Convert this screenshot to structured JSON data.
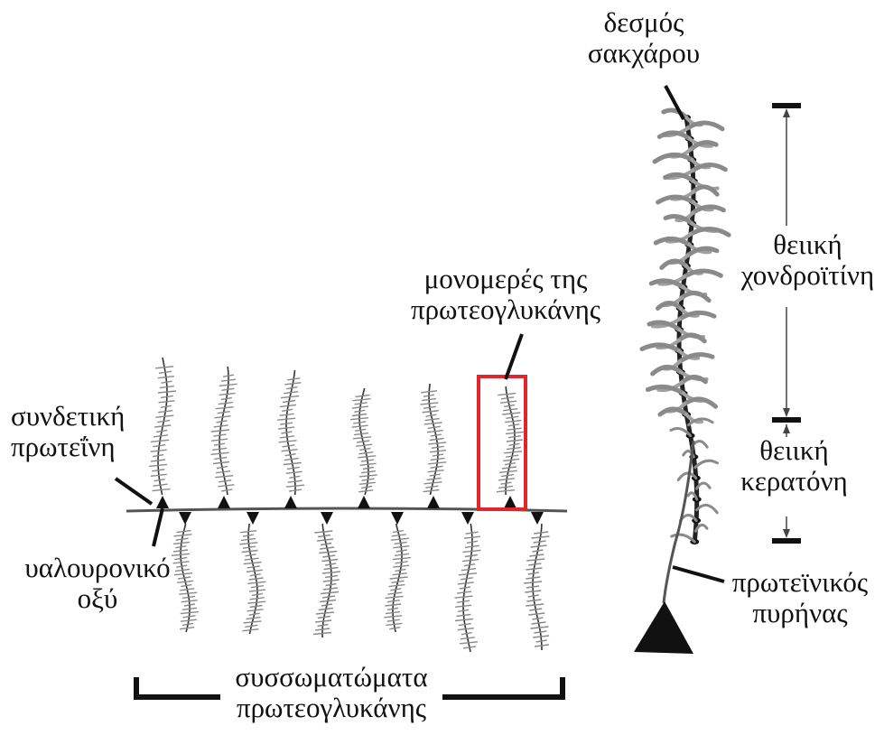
{
  "labels": {
    "sugar_bond": {
      "line1": "δεσμός",
      "line2": "σακχάρου"
    },
    "chondroitin_sulfate": {
      "line1": "θειική",
      "line2": "χονδροϊτίνη"
    },
    "keratan_sulfate": {
      "line1": "θειική",
      "line2": "κερατόνη"
    },
    "protein_core": {
      "line1": "πρωτεϊνικός",
      "line2": "πυρήνας"
    },
    "proteoglycan_monomer": {
      "line1": "μονομερές της",
      "line2": "πρωτεογλυκάνης"
    },
    "link_protein": {
      "line1": "συνδετική",
      "line2": "πρωτεΐνη"
    },
    "hyaluronic_acid": {
      "line1": "υαλουρονικό",
      "line2": "οξύ"
    },
    "proteoglycan_aggregates": {
      "line1": "συσσωματώματα",
      "line2": "πρωτεογλυκάνης"
    }
  },
  "colors": {
    "highlight_box": "#e0252b",
    "ink": "#111111",
    "glycan_grey": "#8a8a8a",
    "backbone_grey": "#555555"
  }
}
